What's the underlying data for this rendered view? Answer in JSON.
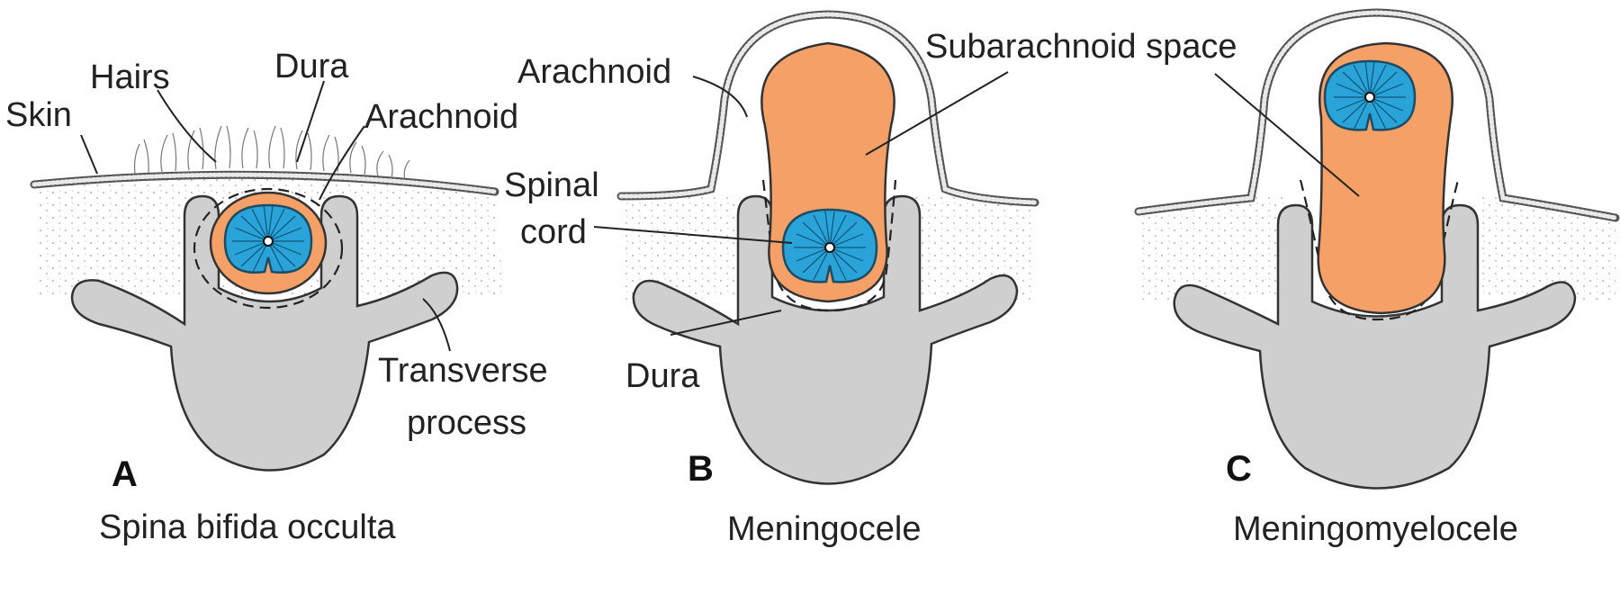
{
  "colors": {
    "csf_fill": "#f4a066",
    "cord_fill": "#29a3d8",
    "bone_fill": "#cfcfcf",
    "tissue_dots": "#bdbdbd"
  },
  "panels": [
    {
      "letter": "A",
      "caption": "Spina bifida occulta",
      "labels": {
        "skin": "Skin",
        "hairs": "Hairs",
        "dura": "Dura",
        "arachnoid": "Arachnoid",
        "transverse_1": "Transverse",
        "transverse_2": "process"
      }
    },
    {
      "letter": "B",
      "caption": "Meningocele",
      "labels": {
        "arachnoid": "Arachnoid",
        "spinal_1": "Spinal",
        "spinal_2": "cord",
        "dura": "Dura",
        "subarachnoid": "Subarachnoid space"
      }
    },
    {
      "letter": "C",
      "caption": "Meningomyelocele",
      "labels": {}
    }
  ]
}
